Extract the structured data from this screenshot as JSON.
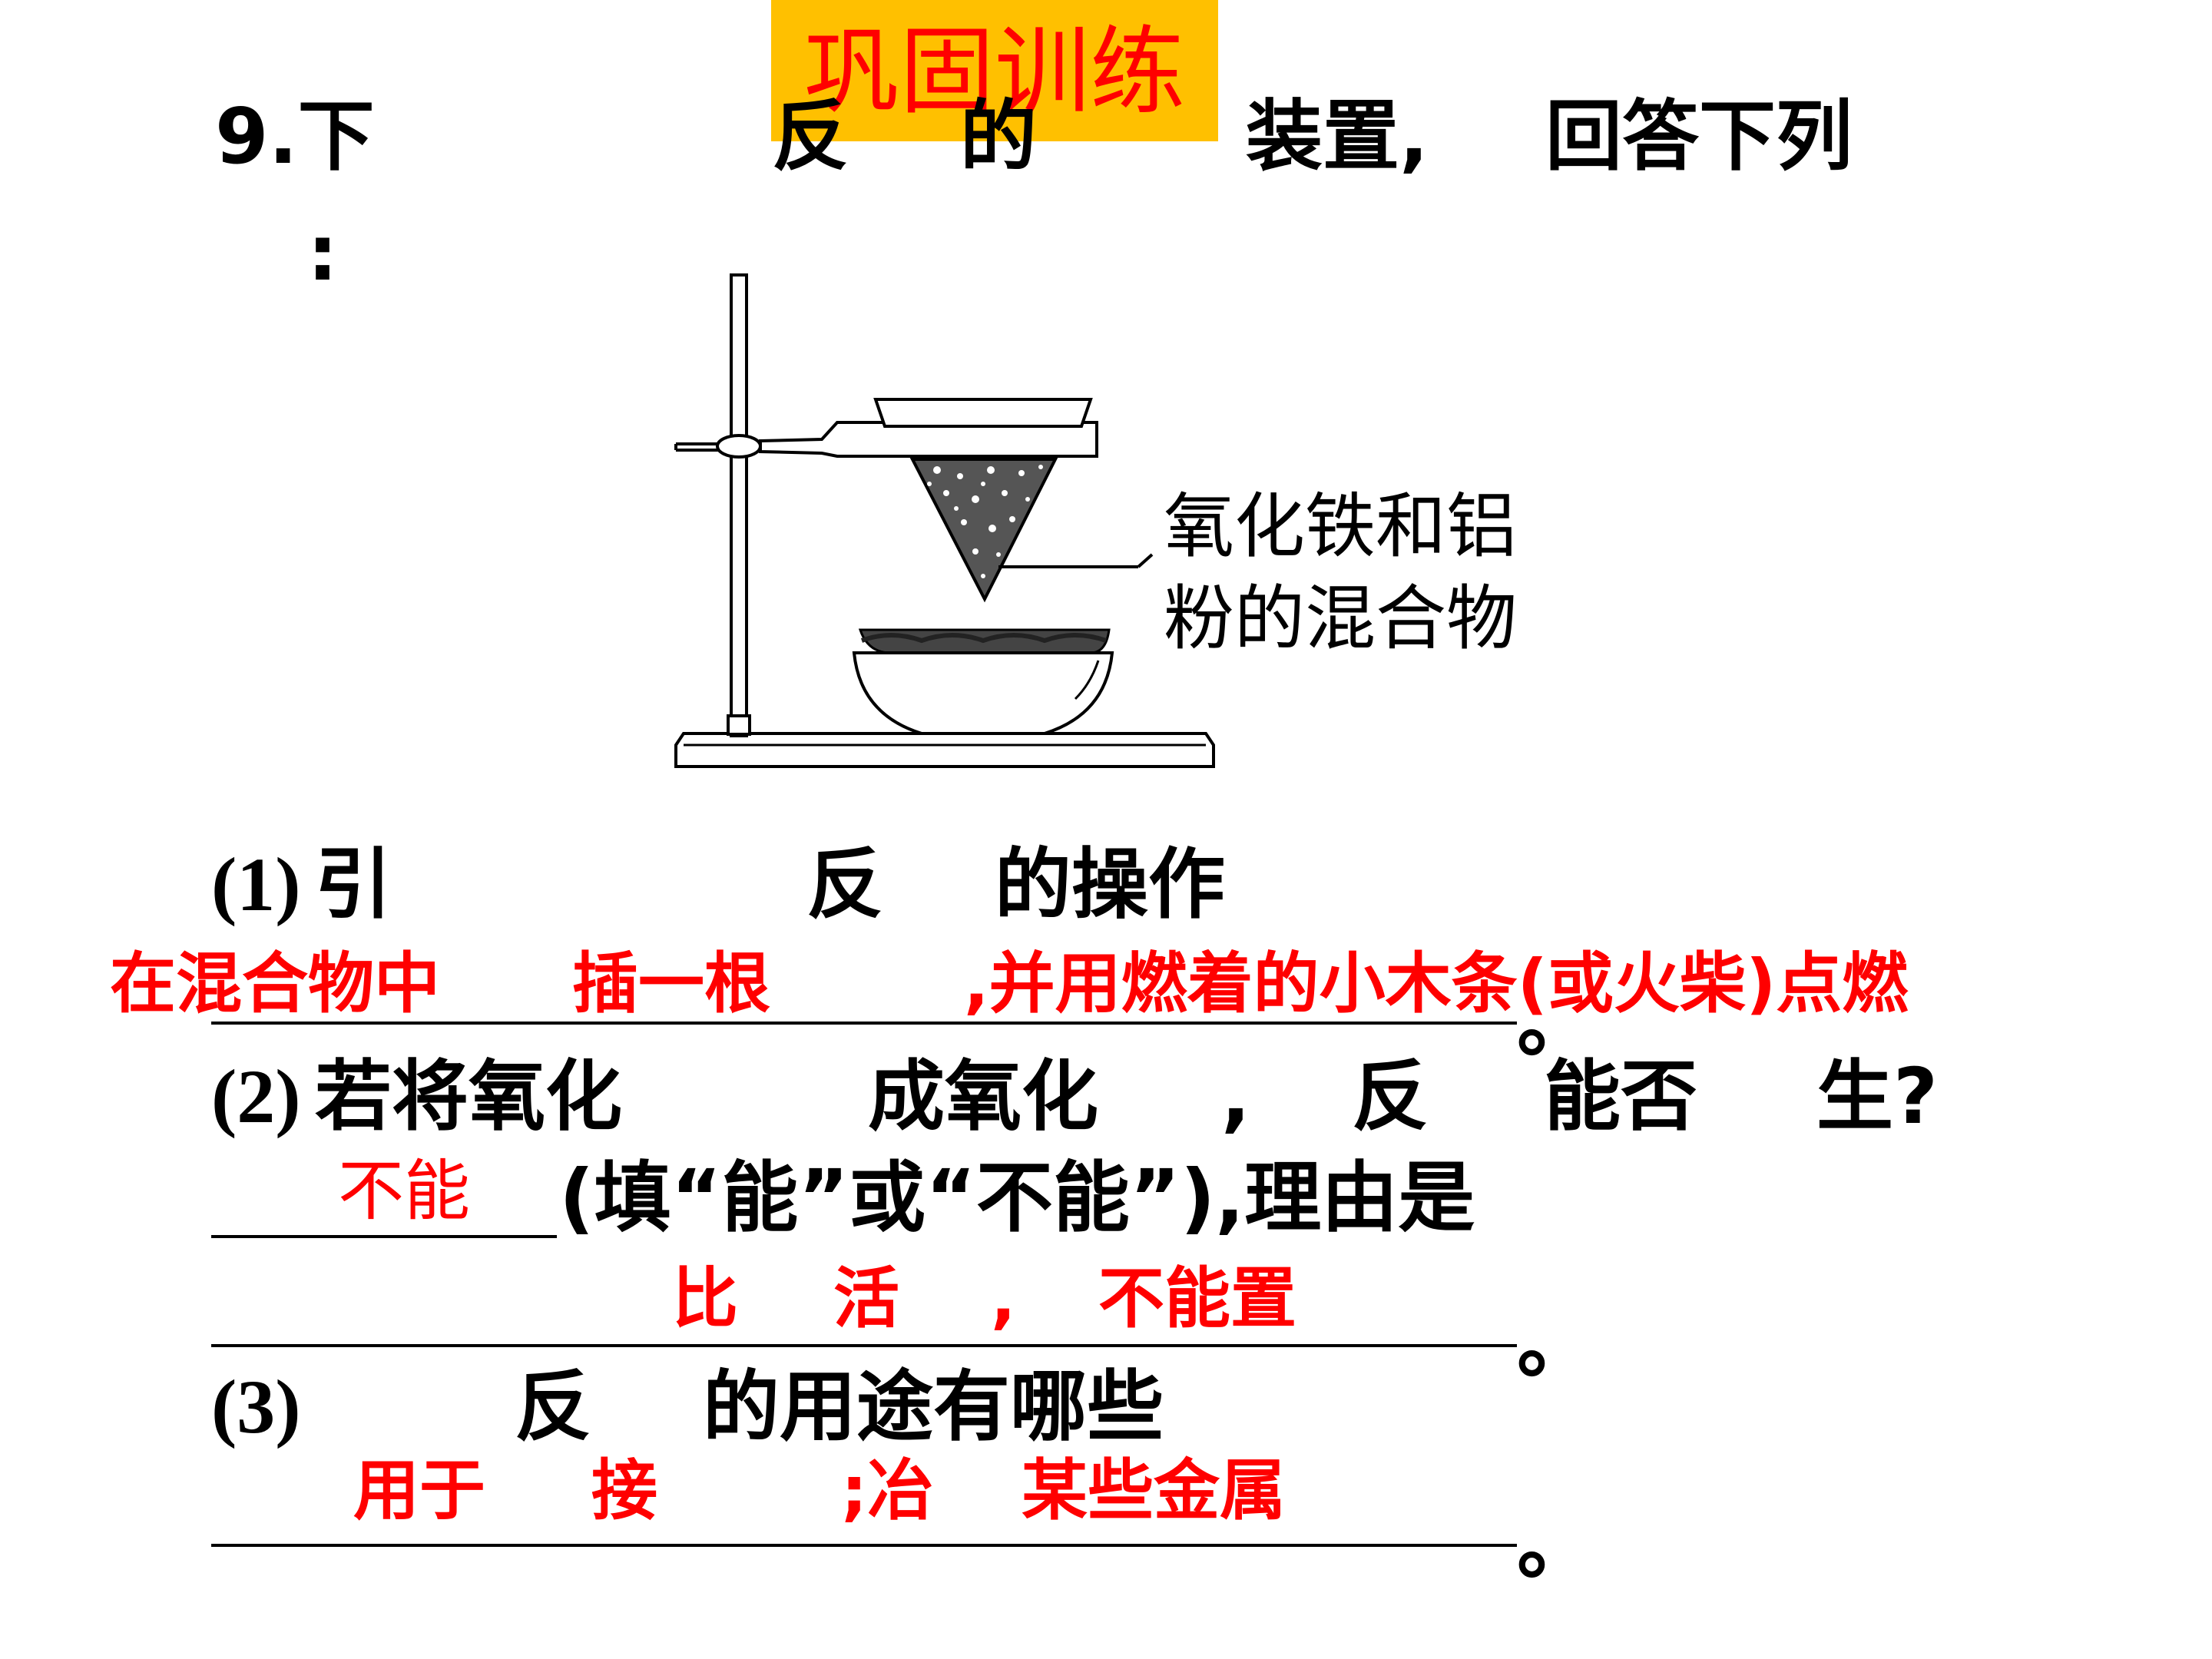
{
  "banner": {
    "text": "巩固训练"
  },
  "question": {
    "line1": [
      "9.下",
      "反",
      "的",
      "装置,",
      "回答下列"
    ],
    "line2": ":",
    "figure_label": [
      "氧化铁和铝",
      "粉的混合物"
    ],
    "q1": {
      "prefix": "(1)",
      "parts": [
        "引",
        "反",
        "的操作"
      ]
    },
    "a1": [
      "在混合物中",
      "插一根",
      ",并用燃着的小木条(或火柴)点燃"
    ],
    "q2": {
      "prefix": "(2)",
      "parts": [
        "若将氧化",
        "成氧化",
        ",",
        "反",
        "能否",
        "生?"
      ]
    },
    "a2_blank": "不能",
    "q2_cont": "(填“能”或“不能”),理由是",
    "a2_reason": [
      "比",
      "活",
      ",",
      "不能置"
    ],
    "q3": {
      "prefix": "(3)",
      "parts": [
        "反",
        "的用途有哪些"
      ]
    },
    "a3": [
      "用于",
      "接",
      ";冶",
      "某些金属"
    ],
    "end_mark": "。"
  },
  "colors": {
    "banner_bg": "#ffc000",
    "banner_text": "#ff0000",
    "answer": "#ff0000",
    "text": "#000000"
  }
}
